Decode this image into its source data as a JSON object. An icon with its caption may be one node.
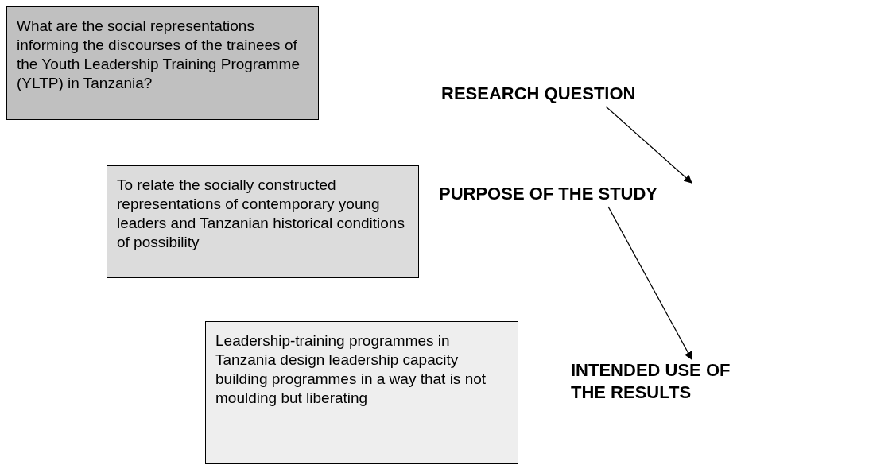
{
  "diagram": {
    "nodes": [
      {
        "text": [
          "What are the social representations informing the discourses of the trainees of the Youth Leadership Training Programme (YLTP) in Tanzania?"
        ]
      },
      {
        "text": [
          "To relate the socially constructed representations of contemporary young leaders and Tanzanian historical conditions of possibility"
        ]
      },
      {
        "text": [
          "Leadership-training programmes in Tanzania design leadership capacity building programmes in a way that is not moulding but liberating"
        ]
      },
      {
        "text": [
          "RESEARCH QUESTION"
        ]
      },
      {
        "text": [
          "PURPOSE OF THE STUDY"
        ]
      },
      {
        "text": [
          "INTENDED USE OF THE RESULTS"
        ]
      }
    ],
    "edges": [
      {
        "from": 3,
        "to": 4,
        "arrow": "to"
      },
      {
        "from": 4,
        "to": 5,
        "arrow": "to"
      }
    ]
  }
}
